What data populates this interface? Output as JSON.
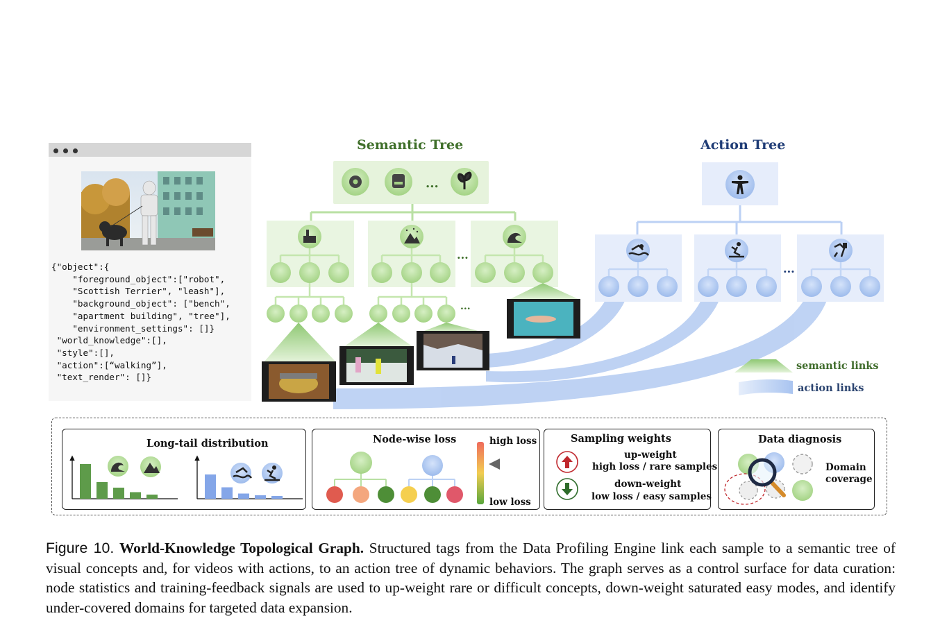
{
  "json_panel": {
    "text": "{\"object\":{\n    \"foreground_object\":[\"robot\",\n    \"Scottish Terrier\", \"leash\"],\n    \"background_object\": [\"bench\",\n    \"apartment building\", \"tree\"],\n    \"environment_settings\": []}\n \"world_knowledge\":[],\n \"style\":[],\n \"action\":[“walking”],\n \"text_render\": []}"
  },
  "semantic_tree": {
    "title": "Semantic Tree",
    "ellipsis": "..."
  },
  "action_tree": {
    "title": "Action Tree",
    "ellipsis": "..."
  },
  "legend": {
    "semantic": "semantic links",
    "action": "action links"
  },
  "panels": {
    "longtail": {
      "title": "Long-tail distribution",
      "semantic_values": [
        1.0,
        0.48,
        0.32,
        0.19,
        0.12
      ],
      "action_values": [
        0.7,
        0.33,
        0.15,
        0.1,
        0.08
      ]
    },
    "nodeloss": {
      "title": "Node-wise loss",
      "high": "high loss",
      "low": "low loss"
    },
    "sampling": {
      "title": "Sampling weights",
      "up_title": "up-weight",
      "up_desc": "high loss / rare samples",
      "down_title": "down-weight",
      "down_desc": "low loss / easy samples"
    },
    "diagnosis": {
      "title": "Data diagnosis",
      "label_1": "Domain",
      "label_2": "coverage"
    }
  },
  "caption": {
    "label": "Figure 10.",
    "title": "World-Knowledge Topological Graph.",
    "text": " Structured tags from the Data Profiling Engine link each sample to a semantic tree of visual concepts and, for videos with actions, to an action tree of dynamic behaviors. The graph serves as a control surface for data curation: node statistics and training-feedback signals are used to up-weight rare or difficult concepts, down-weight saturated easy modes, and identify under-covered domains for targeted data expansion."
  },
  "colors": {
    "green": "#aedb92",
    "green_dark": "#3f6f2a",
    "blue": "#a8c4f0",
    "blue_dark": "#1f3c76"
  }
}
